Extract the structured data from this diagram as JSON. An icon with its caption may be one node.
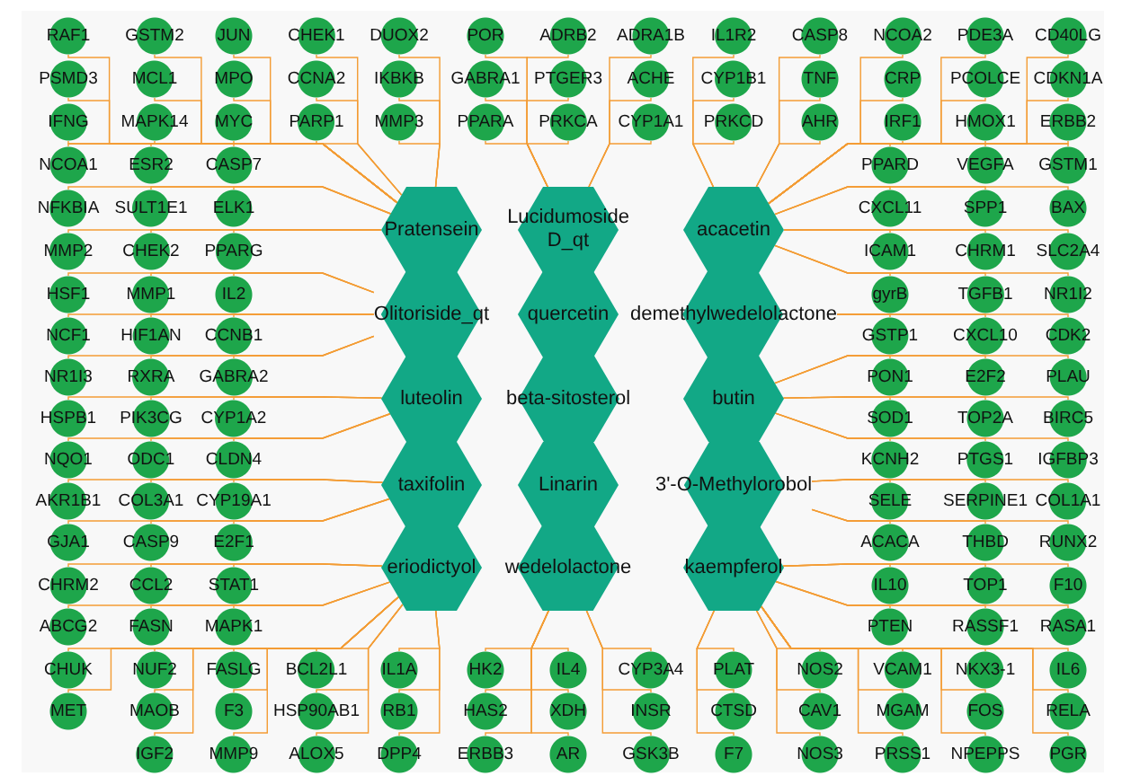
{
  "diagram": {
    "nodes": [
      {
        "text": [
          "RAF1"
        ]
      },
      {
        "text": [
          "GSTM2"
        ]
      },
      {
        "text": [
          "JUN"
        ]
      },
      {
        "text": [
          "CHEK1"
        ]
      },
      {
        "text": [
          "DUOX2"
        ]
      },
      {
        "text": [
          "POR"
        ]
      },
      {
        "text": [
          "ADRB2"
        ]
      },
      {
        "text": [
          "ADRA1B"
        ]
      },
      {
        "text": [
          "IL1R2"
        ]
      },
      {
        "text": [
          "CASP8"
        ]
      },
      {
        "text": [
          "NCOA2"
        ]
      },
      {
        "text": [
          "PDE3A"
        ]
      },
      {
        "text": [
          "CD40LG"
        ]
      },
      {
        "text": [
          "PSMD3"
        ]
      },
      {
        "text": [
          "MCL1"
        ]
      },
      {
        "text": [
          "MPO"
        ]
      },
      {
        "text": [
          "CCNA2"
        ]
      },
      {
        "text": [
          "IKBKB"
        ]
      },
      {
        "text": [
          "GABRA1"
        ]
      },
      {
        "text": [
          "PTGER3"
        ]
      },
      {
        "text": [
          "ACHE"
        ]
      },
      {
        "text": [
          "CYP1B1"
        ]
      },
      {
        "text": [
          "TNF"
        ]
      },
      {
        "text": [
          "CRP"
        ]
      },
      {
        "text": [
          "PCOLCE"
        ]
      },
      {
        "text": [
          "CDKN1A"
        ]
      },
      {
        "text": [
          "IFNG"
        ]
      },
      {
        "text": [
          "MAPK14"
        ]
      },
      {
        "text": [
          "MYC"
        ]
      },
      {
        "text": [
          "PARP1"
        ]
      },
      {
        "text": [
          "MMP3"
        ]
      },
      {
        "text": [
          "PPARA"
        ]
      },
      {
        "text": [
          "PRKCA"
        ]
      },
      {
        "text": [
          "CYP1A1"
        ]
      },
      {
        "text": [
          "PRKCD"
        ]
      },
      {
        "text": [
          "AHR"
        ]
      },
      {
        "text": [
          "IRF1"
        ]
      },
      {
        "text": [
          "HMOX1"
        ]
      },
      {
        "text": [
          "ERBB2"
        ]
      },
      {
        "text": [
          "NCOA1"
        ]
      },
      {
        "text": [
          "ESR2"
        ]
      },
      {
        "text": [
          "CASP7"
        ]
      },
      {
        "text": [
          "PPARD"
        ]
      },
      {
        "text": [
          "VEGFA"
        ]
      },
      {
        "text": [
          "GSTM1"
        ]
      },
      {
        "text": [
          "NFKBIA"
        ]
      },
      {
        "text": [
          "SULT1E1"
        ]
      },
      {
        "text": [
          "ELK1"
        ]
      },
      {
        "text": [
          "CXCL11"
        ]
      },
      {
        "text": [
          "SPP1"
        ]
      },
      {
        "text": [
          "BAX"
        ]
      },
      {
        "text": [
          "MMP2"
        ]
      },
      {
        "text": [
          "CHEK2"
        ]
      },
      {
        "text": [
          "PPARG"
        ]
      },
      {
        "text": [
          "ICAM1"
        ]
      },
      {
        "text": [
          "CHRM1"
        ]
      },
      {
        "text": [
          "SLC2A4"
        ]
      },
      {
        "text": [
          "HSF1"
        ]
      },
      {
        "text": [
          "MMP1"
        ]
      },
      {
        "text": [
          "IL2"
        ]
      },
      {
        "text": [
          "gyrB"
        ]
      },
      {
        "text": [
          "TGFB1"
        ]
      },
      {
        "text": [
          "NR1I2"
        ]
      },
      {
        "text": [
          "NCF1"
        ]
      },
      {
        "text": [
          "HIF1AN"
        ]
      },
      {
        "text": [
          "CCNB1"
        ]
      },
      {
        "text": [
          "GSTP1"
        ]
      },
      {
        "text": [
          "CXCL10"
        ]
      },
      {
        "text": [
          "CDK2"
        ]
      },
      {
        "text": [
          "NR1I3"
        ]
      },
      {
        "text": [
          "RXRA"
        ]
      },
      {
        "text": [
          "GABRA2"
        ]
      },
      {
        "text": [
          "PON1"
        ]
      },
      {
        "text": [
          "E2F2"
        ]
      },
      {
        "text": [
          "PLAU"
        ]
      },
      {
        "text": [
          "HSPB1"
        ]
      },
      {
        "text": [
          "PIK3CG"
        ]
      },
      {
        "text": [
          "CYP1A2"
        ]
      },
      {
        "text": [
          "SOD1"
        ]
      },
      {
        "text": [
          "TOP2A"
        ]
      },
      {
        "text": [
          "BIRC5"
        ]
      },
      {
        "text": [
          "NQO1"
        ]
      },
      {
        "text": [
          "ODC1"
        ]
      },
      {
        "text": [
          "CLDN4"
        ]
      },
      {
        "text": [
          "KCNH2"
        ]
      },
      {
        "text": [
          "PTGS1"
        ]
      },
      {
        "text": [
          "IGFBP3"
        ]
      },
      {
        "text": [
          "AKR1B1"
        ]
      },
      {
        "text": [
          "COL3A1"
        ]
      },
      {
        "text": [
          "CYP19A1"
        ]
      },
      {
        "text": [
          "SELE"
        ]
      },
      {
        "text": [
          "SERPINE1"
        ]
      },
      {
        "text": [
          "COL1A1"
        ]
      },
      {
        "text": [
          "GJA1"
        ]
      },
      {
        "text": [
          "CASP9"
        ]
      },
      {
        "text": [
          "E2F1"
        ]
      },
      {
        "text": [
          "ACACA"
        ]
      },
      {
        "text": [
          "THBD"
        ]
      },
      {
        "text": [
          "RUNX2"
        ]
      },
      {
        "text": [
          "CHRM2"
        ]
      },
      {
        "text": [
          "CCL2"
        ]
      },
      {
        "text": [
          "STAT1"
        ]
      },
      {
        "text": [
          "IL10"
        ]
      },
      {
        "text": [
          "TOP1"
        ]
      },
      {
        "text": [
          "F10"
        ]
      },
      {
        "text": [
          "ABCG2"
        ]
      },
      {
        "text": [
          "FASN"
        ]
      },
      {
        "text": [
          "MAPK1"
        ]
      },
      {
        "text": [
          "PTEN"
        ]
      },
      {
        "text": [
          "RASSF1"
        ]
      },
      {
        "text": [
          "RASA1"
        ]
      },
      {
        "text": [
          "CHUK"
        ]
      },
      {
        "text": [
          "NUF2"
        ]
      },
      {
        "text": [
          "FASLG"
        ]
      },
      {
        "text": [
          "BCL2L1"
        ]
      },
      {
        "text": [
          "IL1A"
        ]
      },
      {
        "text": [
          "HK2"
        ]
      },
      {
        "text": [
          "IL4"
        ]
      },
      {
        "text": [
          "CYP3A4"
        ]
      },
      {
        "text": [
          "PLAT"
        ]
      },
      {
        "text": [
          "NOS2"
        ]
      },
      {
        "text": [
          "VCAM1"
        ]
      },
      {
        "text": [
          "NKX3-1"
        ]
      },
      {
        "text": [
          "IL6"
        ]
      },
      {
        "text": [
          "MET"
        ]
      },
      {
        "text": [
          "MAOB"
        ]
      },
      {
        "text": [
          "F3"
        ]
      },
      {
        "text": [
          "HSP90AB1"
        ]
      },
      {
        "text": [
          "RB1"
        ]
      },
      {
        "text": [
          "HAS2"
        ]
      },
      {
        "text": [
          "XDH"
        ]
      },
      {
        "text": [
          "INSR"
        ]
      },
      {
        "text": [
          "CTSD"
        ]
      },
      {
        "text": [
          "CAV1"
        ]
      },
      {
        "text": [
          "MGAM"
        ]
      },
      {
        "text": [
          "FOS"
        ]
      },
      {
        "text": [
          "RELA"
        ]
      },
      {
        "text": [
          "IGF2"
        ]
      },
      {
        "text": [
          "MMP9"
        ]
      },
      {
        "text": [
          "ALOX5"
        ]
      },
      {
        "text": [
          "DPP4"
        ]
      },
      {
        "text": [
          "ERBB3"
        ]
      },
      {
        "text": [
          "AR"
        ]
      },
      {
        "text": [
          "GSK3B"
        ]
      },
      {
        "text": [
          "F7"
        ]
      },
      {
        "text": [
          "NOS3"
        ]
      },
      {
        "text": [
          "PRSS1"
        ]
      },
      {
        "text": [
          "NPEPPS"
        ]
      },
      {
        "text": [
          "PGR"
        ]
      },
      {
        "text": [
          "Pratensein"
        ]
      },
      {
        "text": [
          "Lucidumoside D_qt"
        ]
      },
      {
        "text": [
          "acacetin"
        ]
      },
      {
        "text": [
          "Olitoriside_qt"
        ]
      },
      {
        "text": [
          "quercetin"
        ]
      },
      {
        "text": [
          "demethylwedelolactone"
        ]
      },
      {
        "text": [
          "luteolin"
        ]
      },
      {
        "text": [
          "beta-sitosterol"
        ]
      },
      {
        "text": [
          "butin"
        ]
      },
      {
        "text": [
          "taxifolin"
        ]
      },
      {
        "text": [
          "Linarin"
        ]
      },
      {
        "text": [
          "3'-O-Methylorobol"
        ]
      },
      {
        "text": [
          "eriodictyol"
        ]
      },
      {
        "text": [
          "wedelolactone"
        ]
      },
      {
        "text": [
          "kaempferol"
        ]
      }
    ],
    "edges": [
      {
        "from": 0,
        "to": 149,
        "arrow": "none"
      },
      {
        "from": 1,
        "to": 149,
        "arrow": "none"
      },
      {
        "from": 2,
        "to": 149,
        "arrow": "none"
      },
      {
        "from": 3,
        "to": 149,
        "arrow": "none"
      },
      {
        "from": 4,
        "to": 149,
        "arrow": "none"
      },
      {
        "from": 5,
        "to": 150,
        "arrow": "none"
      },
      {
        "from": 6,
        "to": 150,
        "arrow": "none"
      },
      {
        "from": 7,
        "to": 150,
        "arrow": "none"
      },
      {
        "from": 8,
        "to": 151,
        "arrow": "none"
      },
      {
        "from": 9,
        "to": 151,
        "arrow": "none"
      },
      {
        "from": 10,
        "to": 151,
        "arrow": "none"
      },
      {
        "from": 11,
        "to": 151,
        "arrow": "none"
      },
      {
        "from": 12,
        "to": 151,
        "arrow": "none"
      },
      {
        "from": 13,
        "to": 149,
        "arrow": "none"
      },
      {
        "from": 14,
        "to": 149,
        "arrow": "none"
      },
      {
        "from": 15,
        "to": 149,
        "arrow": "none"
      },
      {
        "from": 16,
        "to": 149,
        "arrow": "none"
      },
      {
        "from": 17,
        "to": 149,
        "arrow": "none"
      },
      {
        "from": 18,
        "to": 150,
        "arrow": "none"
      },
      {
        "from": 19,
        "to": 150,
        "arrow": "none"
      },
      {
        "from": 20,
        "to": 150,
        "arrow": "none"
      },
      {
        "from": 21,
        "to": 151,
        "arrow": "none"
      },
      {
        "from": 22,
        "to": 151,
        "arrow": "none"
      },
      {
        "from": 23,
        "to": 151,
        "arrow": "none"
      },
      {
        "from": 24,
        "to": 151,
        "arrow": "none"
      },
      {
        "from": 25,
        "to": 151,
        "arrow": "none"
      },
      {
        "from": 26,
        "to": 149,
        "arrow": "none"
      },
      {
        "from": 27,
        "to": 149,
        "arrow": "none"
      },
      {
        "from": 28,
        "to": 149,
        "arrow": "none"
      },
      {
        "from": 29,
        "to": 149,
        "arrow": "none"
      },
      {
        "from": 30,
        "to": 149,
        "arrow": "none"
      },
      {
        "from": 31,
        "to": 150,
        "arrow": "none"
      },
      {
        "from": 32,
        "to": 150,
        "arrow": "none"
      },
      {
        "from": 33,
        "to": 150,
        "arrow": "none"
      },
      {
        "from": 34,
        "to": 151,
        "arrow": "none"
      },
      {
        "from": 35,
        "to": 151,
        "arrow": "none"
      },
      {
        "from": 36,
        "to": 151,
        "arrow": "none"
      },
      {
        "from": 37,
        "to": 151,
        "arrow": "none"
      },
      {
        "from": 38,
        "to": 151,
        "arrow": "none"
      },
      {
        "from": 39,
        "to": 149,
        "arrow": "none"
      },
      {
        "from": 40,
        "to": 149,
        "arrow": "none"
      },
      {
        "from": 41,
        "to": 149,
        "arrow": "none"
      },
      {
        "from": 42,
        "to": 151,
        "arrow": "none"
      },
      {
        "from": 43,
        "to": 151,
        "arrow": "none"
      },
      {
        "from": 44,
        "to": 151,
        "arrow": "none"
      },
      {
        "from": 45,
        "to": 149,
        "arrow": "none"
      },
      {
        "from": 46,
        "to": 149,
        "arrow": "none"
      },
      {
        "from": 47,
        "to": 149,
        "arrow": "none"
      },
      {
        "from": 48,
        "to": 151,
        "arrow": "none"
      },
      {
        "from": 49,
        "to": 151,
        "arrow": "none"
      },
      {
        "from": 50,
        "to": 151,
        "arrow": "none"
      },
      {
        "from": 51,
        "to": 149,
        "arrow": "none"
      },
      {
        "from": 52,
        "to": 149,
        "arrow": "none"
      },
      {
        "from": 53,
        "to": 149,
        "arrow": "none"
      },
      {
        "from": 54,
        "to": 151,
        "arrow": "none"
      },
      {
        "from": 55,
        "to": 151,
        "arrow": "none"
      },
      {
        "from": 56,
        "to": 151,
        "arrow": "none"
      },
      {
        "from": 57,
        "to": 152,
        "arrow": "none"
      },
      {
        "from": 58,
        "to": 152,
        "arrow": "none"
      },
      {
        "from": 59,
        "to": 152,
        "arrow": "none"
      },
      {
        "from": 60,
        "to": 151,
        "arrow": "none"
      },
      {
        "from": 61,
        "to": 151,
        "arrow": "none"
      },
      {
        "from": 62,
        "to": 151,
        "arrow": "none"
      },
      {
        "from": 63,
        "to": 152,
        "arrow": "none"
      },
      {
        "from": 64,
        "to": 152,
        "arrow": "none"
      },
      {
        "from": 65,
        "to": 152,
        "arrow": "none"
      },
      {
        "from": 66,
        "to": 154,
        "arrow": "none"
      },
      {
        "from": 67,
        "to": 154,
        "arrow": "none"
      },
      {
        "from": 68,
        "to": 154,
        "arrow": "none"
      },
      {
        "from": 69,
        "to": 152,
        "arrow": "none"
      },
      {
        "from": 70,
        "to": 152,
        "arrow": "none"
      },
      {
        "from": 71,
        "to": 152,
        "arrow": "none"
      },
      {
        "from": 72,
        "to": 157,
        "arrow": "none"
      },
      {
        "from": 73,
        "to": 157,
        "arrow": "none"
      },
      {
        "from": 74,
        "to": 157,
        "arrow": "none"
      },
      {
        "from": 75,
        "to": 155,
        "arrow": "none"
      },
      {
        "from": 76,
        "to": 155,
        "arrow": "none"
      },
      {
        "from": 77,
        "to": 155,
        "arrow": "none"
      },
      {
        "from": 78,
        "to": 157,
        "arrow": "none"
      },
      {
        "from": 79,
        "to": 157,
        "arrow": "none"
      },
      {
        "from": 80,
        "to": 157,
        "arrow": "none"
      },
      {
        "from": 81,
        "to": 155,
        "arrow": "none"
      },
      {
        "from": 82,
        "to": 155,
        "arrow": "none"
      },
      {
        "from": 83,
        "to": 155,
        "arrow": "none"
      },
      {
        "from": 84,
        "to": 157,
        "arrow": "none"
      },
      {
        "from": 85,
        "to": 157,
        "arrow": "none"
      },
      {
        "from": 86,
        "to": 157,
        "arrow": "none"
      },
      {
        "from": 87,
        "to": 158,
        "arrow": "none"
      },
      {
        "from": 88,
        "to": 158,
        "arrow": "none"
      },
      {
        "from": 89,
        "to": 158,
        "arrow": "none"
      },
      {
        "from": 90,
        "to": 160,
        "arrow": "none"
      },
      {
        "from": 91,
        "to": 160,
        "arrow": "none"
      },
      {
        "from": 92,
        "to": 160,
        "arrow": "none"
      },
      {
        "from": 93,
        "to": 158,
        "arrow": "none"
      },
      {
        "from": 94,
        "to": 158,
        "arrow": "none"
      },
      {
        "from": 95,
        "to": 158,
        "arrow": "none"
      },
      {
        "from": 96,
        "to": 160,
        "arrow": "none"
      },
      {
        "from": 97,
        "to": 160,
        "arrow": "none"
      },
      {
        "from": 98,
        "to": 160,
        "arrow": "none"
      },
      {
        "from": 99,
        "to": 161,
        "arrow": "none"
      },
      {
        "from": 100,
        "to": 161,
        "arrow": "none"
      },
      {
        "from": 101,
        "to": 161,
        "arrow": "none"
      },
      {
        "from": 102,
        "to": 163,
        "arrow": "none"
      },
      {
        "from": 103,
        "to": 163,
        "arrow": "none"
      },
      {
        "from": 104,
        "to": 163,
        "arrow": "none"
      },
      {
        "from": 105,
        "to": 161,
        "arrow": "none"
      },
      {
        "from": 106,
        "to": 161,
        "arrow": "none"
      },
      {
        "from": 107,
        "to": 161,
        "arrow": "none"
      },
      {
        "from": 108,
        "to": 163,
        "arrow": "none"
      },
      {
        "from": 109,
        "to": 163,
        "arrow": "none"
      },
      {
        "from": 110,
        "to": 163,
        "arrow": "none"
      },
      {
        "from": 111,
        "to": 161,
        "arrow": "none"
      },
      {
        "from": 112,
        "to": 161,
        "arrow": "none"
      },
      {
        "from": 113,
        "to": 161,
        "arrow": "none"
      },
      {
        "from": 114,
        "to": 161,
        "arrow": "none"
      },
      {
        "from": 115,
        "to": 161,
        "arrow": "none"
      },
      {
        "from": 116,
        "to": 162,
        "arrow": "none"
      },
      {
        "from": 117,
        "to": 162,
        "arrow": "none"
      },
      {
        "from": 118,
        "to": 162,
        "arrow": "none"
      },
      {
        "from": 119,
        "to": 163,
        "arrow": "none"
      },
      {
        "from": 120,
        "to": 163,
        "arrow": "none"
      },
      {
        "from": 121,
        "to": 163,
        "arrow": "none"
      },
      {
        "from": 122,
        "to": 163,
        "arrow": "none"
      },
      {
        "from": 123,
        "to": 163,
        "arrow": "none"
      },
      {
        "from": 124,
        "to": 161,
        "arrow": "none"
      },
      {
        "from": 125,
        "to": 161,
        "arrow": "none"
      },
      {
        "from": 126,
        "to": 161,
        "arrow": "none"
      },
      {
        "from": 127,
        "to": 161,
        "arrow": "none"
      },
      {
        "from": 128,
        "to": 161,
        "arrow": "none"
      },
      {
        "from": 129,
        "to": 162,
        "arrow": "none"
      },
      {
        "from": 130,
        "to": 162,
        "arrow": "none"
      },
      {
        "from": 131,
        "to": 162,
        "arrow": "none"
      },
      {
        "from": 132,
        "to": 163,
        "arrow": "none"
      },
      {
        "from": 133,
        "to": 163,
        "arrow": "none"
      },
      {
        "from": 134,
        "to": 163,
        "arrow": "none"
      },
      {
        "from": 135,
        "to": 163,
        "arrow": "none"
      },
      {
        "from": 136,
        "to": 163,
        "arrow": "none"
      },
      {
        "from": 137,
        "to": 161,
        "arrow": "none"
      },
      {
        "from": 138,
        "to": 161,
        "arrow": "none"
      },
      {
        "from": 139,
        "to": 161,
        "arrow": "none"
      },
      {
        "from": 140,
        "to": 161,
        "arrow": "none"
      },
      {
        "from": 141,
        "to": 162,
        "arrow": "none"
      },
      {
        "from": 142,
        "to": 162,
        "arrow": "none"
      },
      {
        "from": 143,
        "to": 162,
        "arrow": "none"
      },
      {
        "from": 144,
        "to": 163,
        "arrow": "none"
      },
      {
        "from": 145,
        "to": 163,
        "arrow": "none"
      },
      {
        "from": 146,
        "to": 163,
        "arrow": "none"
      },
      {
        "from": 147,
        "to": 163,
        "arrow": "none"
      },
      {
        "from": 148,
        "to": 163,
        "arrow": "none"
      }
    ]
  }
}
